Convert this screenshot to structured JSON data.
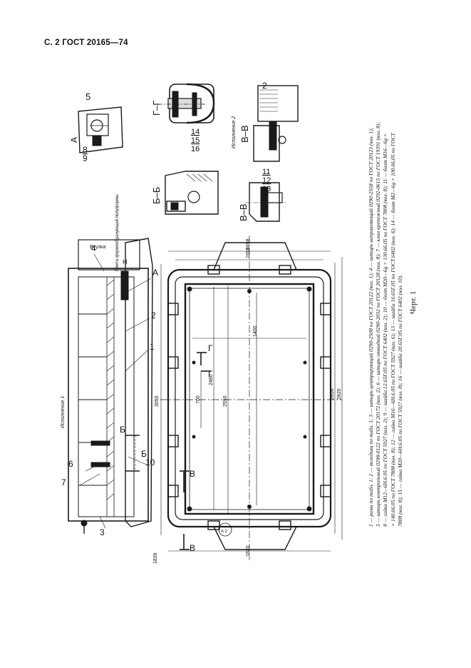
{
  "header": {
    "page_ref": "С. 2 ГОСТ 20165—74"
  },
  "legend": {
    "lines": [
      "1 — рама по табл. 1; 2 — вкладыш по табл. 1; 3 — штырь центрирующий 0290-2508 по ГОСТ 20122 (кол. 1); 4 — штырь направляющий 0290-2558 по ГОСТ 20123 (кол. 1);",
      "5 — штырь контрольный 0298-0122 по ГОСТ 20172 (кол. 2); 6 — штырь откидной 0290-2032 по ГОСТ 20128 (кол. 8); 7 — клин крепежный 0292-0615 по ГОСТ 19391 (кол. 8);",
      "8 — гайка М12—6Н.6.05 по ГОСТ 5927 (кол. 2); 9 — шайба 12.65Г.05 по ГОСТ 6402 (кол. 2); 10 — болт М20—6g × 130.66.05 по ГОСТ 7808 (кол. 8); 11 — болт М16—6g ×",
      "× 140.66.05 по ГОСТ 7808 (кол. 8); 12 — гайка М16—6Н.6.05 по ГОСТ 5927 (кол. 6); 13 — шайба 16.65Г.05 по ГОСТ 6402 (кол. 6); 14 — болт М2—6g × 100.66.05 по ГОСТ",
      "7808 (кол. 8); 15 — гайка М20—6Н.6.05 по ГОСТ 5927 (кол. 8); 16 — шайба 20.65Г.05 по ГОСТ 6402 (кол. 10)."
    ]
  },
  "caption": "Черт. 1",
  "drawing": {
    "labels": {
      "variant1": "Исполнение 1",
      "variant2": "Исполнение 2",
      "view_a": "А",
      "section_gg": "Г–Г",
      "section_bb": "Б–Б",
      "section_vv": "В–В",
      "section_vv2": "В–В",
      "n1": "1",
      "n2": "2",
      "n3": "3",
      "n4": "4",
      "n5": "5",
      "n6": "6",
      "n7": "7",
      "n8": "8",
      "n9": "9",
      "n10": "10",
      "n11": "11",
      "n12": "12",
      "n13": "13",
      "n14": "14",
      "n15": "15",
      "n16": "16",
      "vtulka": "Втулка",
      "plate_mark": "Плита формообразующей полуформы",
      "b_left": "Б",
      "b_right": "Б",
      "v_left": "В",
      "v_right": "В",
      "g_top": "Г",
      "g_bottom": "Г",
      "a_mark": "А",
      "dim_3050": "3050",
      "dim_2590": "2590",
      "dim_2480": "2480",
      "dim_2856": "2856",
      "dim_2820": "2820",
      "dim_1698": "1698",
      "dim_1656": "1656",
      "dim_1620": "1620",
      "dim_1400": "1400",
      "dim_700": "700",
      "dim_1839": "1839",
      "h_mark": "H",
      "circ_label": "А 2"
    }
  }
}
